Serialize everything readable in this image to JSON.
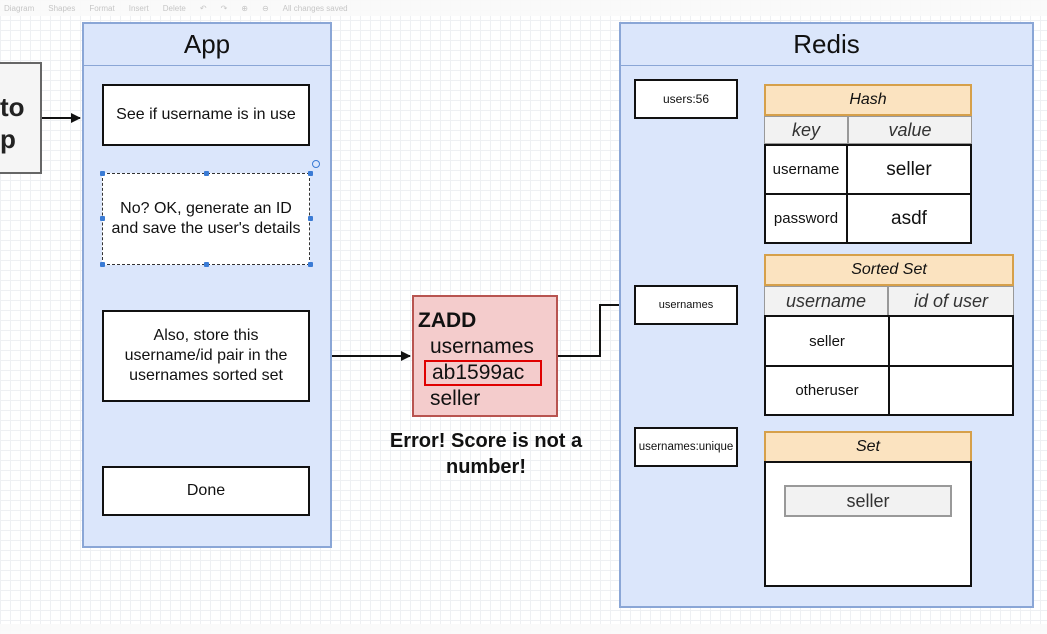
{
  "toolbar": {
    "items": [
      "Diagram",
      "Shapes",
      "Format",
      "Insert",
      "Delete",
      "All changes saved"
    ]
  },
  "left_partial": {
    "line1": "to",
    "line2": "p"
  },
  "app": {
    "title": "App",
    "step1": "See if username is in use",
    "step2": "No? OK, generate an ID and save the user's details",
    "step3": "Also, store this username/id pair in the usernames sorted set",
    "step4": "Done"
  },
  "command": {
    "name": "ZADD",
    "key": "usernames",
    "score": "ab1599ac",
    "member": "seller",
    "error": "Error! Score is not a number!"
  },
  "redis": {
    "title": "Redis",
    "hash": {
      "key_name": "users:56",
      "type": "Hash",
      "columns": [
        "key",
        "value"
      ],
      "rows": [
        {
          "k": "username",
          "v": "seller"
        },
        {
          "k": "password",
          "v": "asdf"
        }
      ]
    },
    "sorted_set": {
      "key_name": "usernames",
      "type": "Sorted Set",
      "columns": [
        "username",
        "id of user"
      ],
      "rows": [
        {
          "member": "seller",
          "score": ""
        },
        {
          "member": "otheruser",
          "score": ""
        }
      ]
    },
    "set": {
      "key_name": "usernames:unique",
      "type": "Set",
      "members": [
        "seller"
      ]
    }
  },
  "colors": {
    "swimlane_fill": "#dbe6fb",
    "swimlane_border": "#8aa6d6",
    "zadd_fill": "#f4cccc",
    "zadd_border": "#b85450",
    "table_header_fill": "#fbe3c0",
    "highlight_red": "#e00000"
  }
}
